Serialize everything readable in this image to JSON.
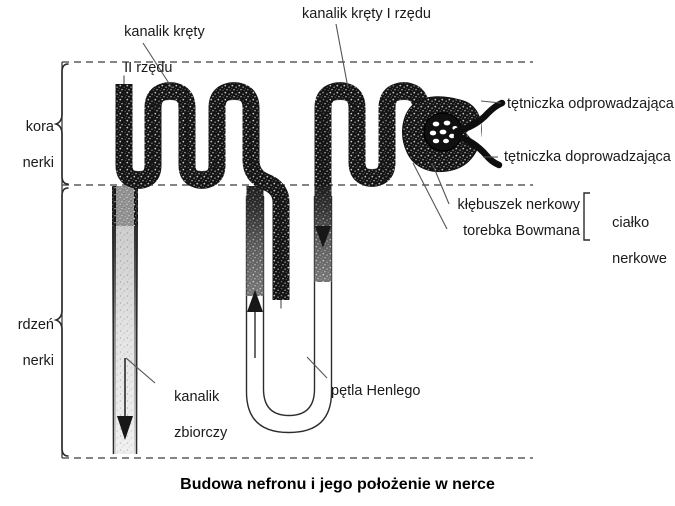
{
  "figure": {
    "caption": "Budowa nefronu i jego położenie w nerce",
    "language": "pl"
  },
  "regions": [
    {
      "id": "cortex",
      "label_line1": "kora",
      "label_line2": "nerki"
    },
    {
      "id": "medulla",
      "label_line1": "rdzeń",
      "label_line2": "nerki"
    }
  ],
  "labels": {
    "distal_tubule_line1": "kanalik kręty",
    "distal_tubule_line2": "II rzędu",
    "proximal_tubule": "kanalik kręty I rzędu",
    "efferent_arteriole": "tętniczka odprowadzająca",
    "afferent_arteriole": "tętniczka doprowadzająca",
    "glomerulus": "kłębuszek nerkowy",
    "bowman_capsule": "torebka Bowmana",
    "renal_corpuscle_line1": "ciałko",
    "renal_corpuscle_line2": "nerkowe",
    "collecting_duct_line1": "kanalik",
    "collecting_duct_line2": "zbiorczy",
    "henle_loop": "pętla Henlego"
  },
  "colors": {
    "ink": "#1a1a1a",
    "tubule_fill": "#1b1b1b",
    "tubule_light": "#d8d8d8",
    "background": "#ffffff",
    "dashed": "#3a3a3a"
  },
  "icons": {
    "flow_down": "arrow-down-icon",
    "flow_up": "arrow-up-icon"
  }
}
